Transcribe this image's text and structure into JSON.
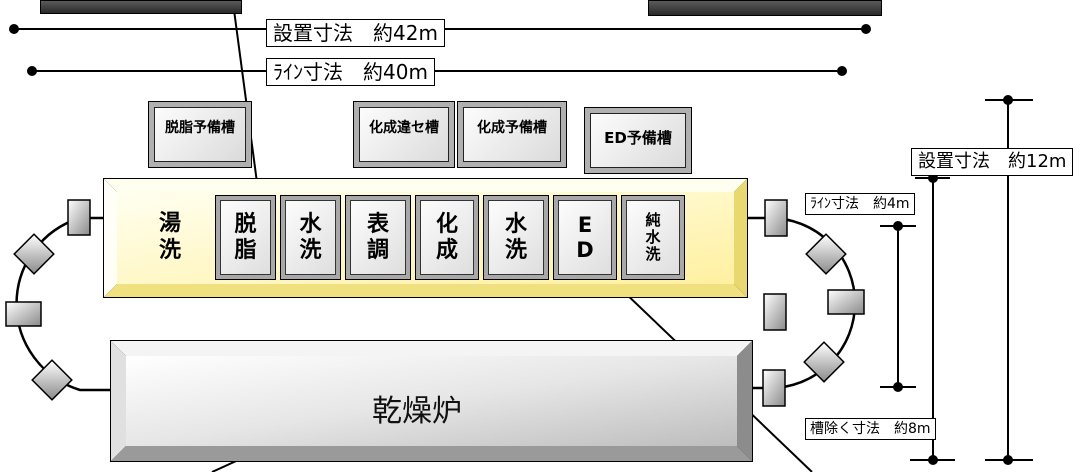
{
  "dimensions": {
    "install_length": "設置寸法　約42m",
    "line_length": "ﾗｲﾝ寸法　約40m",
    "install_width": "設置寸法　約12m",
    "line_width": "ﾗｲﾝ寸法　約4m",
    "excl_tank_width": "槽除く寸法　約8m"
  },
  "spare_tanks": [
    {
      "label": "脱脂予備槽"
    },
    {
      "label": "化成違セ槽"
    },
    {
      "label": "化成予備槽"
    },
    {
      "label": "ED予備槽"
    }
  ],
  "process_tanks": [
    {
      "label": "湯\n洗"
    },
    {
      "label": "脱\n脂"
    },
    {
      "label": "水\n洗"
    },
    {
      "label": "表\n調"
    },
    {
      "label": "化\n成"
    },
    {
      "label": "水\n洗"
    },
    {
      "label": "E\nD"
    },
    {
      "label": "純\n水\n洗"
    }
  ],
  "oven": {
    "label": "乾燥炉"
  },
  "colors": {
    "line_yellow": "#ffffc8",
    "oven_gray": "#c8c8c8"
  }
}
